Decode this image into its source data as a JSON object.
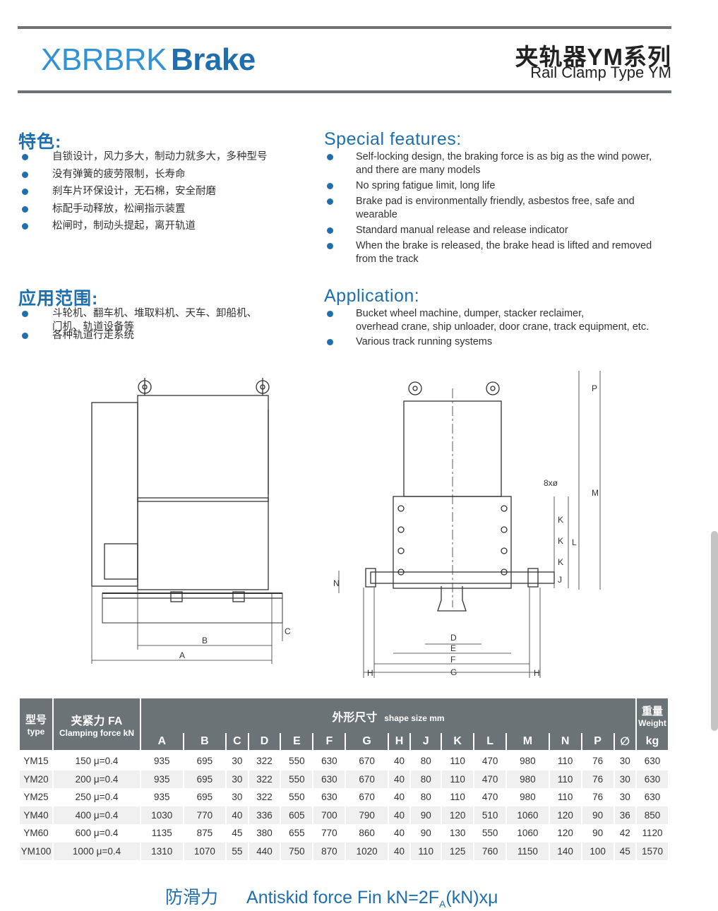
{
  "header": {
    "brand_prefix": "XBRBRK",
    "brand_suffix": "Brake",
    "title_cn": "夹轨器YM系列",
    "title_en": "Rail Clamp Type YM"
  },
  "features_cn": {
    "heading": "特色:",
    "items": [
      "自锁设计，风力多大，制动力就多大，多种型号",
      "没有弹簧的疲劳限制，长寿命",
      "刹车片环保设计，无石棉，安全耐磨",
      "标配手动释放，松闸指示装置",
      "松闸时，制动头提起，离开轨道"
    ]
  },
  "features_en": {
    "heading": "Special features:",
    "items": [
      [
        "Self-locking design, the braking force is as big as the wind power,",
        "and there are many models"
      ],
      [
        "No spring fatigue limit, long life"
      ],
      [
        "Brake pad is environmentally friendly, asbestos free, safe and",
        "wearable"
      ],
      [
        "Standard manual release and release indicator"
      ],
      [
        "When the brake is released, the brake head is lifted and removed",
        "from the track"
      ]
    ]
  },
  "application_cn": {
    "heading": "应用范围:",
    "items": [
      [
        "斗轮机、翻车机、堆取料机、天车、卸船机、",
        "门机、轨道设备等"
      ],
      [
        "各种轨道行走系统"
      ]
    ]
  },
  "application_en": {
    "heading": "Application:",
    "items": [
      [
        "Bucket wheel machine, dumper, stacker reclaimer,",
        "overhead crane, ship unloader, door crane, track equipment, etc."
      ],
      [
        "Various track running systems"
      ]
    ]
  },
  "drawing_labels": {
    "A": "A",
    "B": "B",
    "C": "C",
    "D": "D",
    "E": "E",
    "F": "F",
    "G": "G",
    "H": "H",
    "J": "J",
    "K": "K",
    "L": "L",
    "M": "M",
    "N": "N",
    "P": "P",
    "holes": "8xø"
  },
  "table": {
    "type_cn": "型号",
    "type_en": "type",
    "force_cn": "夹紧力 FA",
    "force_en": "Clamping force kN",
    "shape_cn": "外形尺寸",
    "shape_en": "shape size mm",
    "weight_cn": "重量",
    "weight_en": "Weight",
    "columns": [
      "A",
      "B",
      "C",
      "D",
      "E",
      "F",
      "G",
      "H",
      "J",
      "K",
      "L",
      "M",
      "N",
      "P",
      "∅",
      "kg"
    ],
    "rows": [
      [
        "YM15",
        "150 μ=0.4",
        "935",
        "695",
        "30",
        "322",
        "550",
        "630",
        "670",
        "40",
        "80",
        "110",
        "470",
        "980",
        "110",
        "76",
        "30",
        "630"
      ],
      [
        "YM20",
        "200 μ=0.4",
        "935",
        "695",
        "30",
        "322",
        "550",
        "630",
        "670",
        "40",
        "80",
        "110",
        "470",
        "980",
        "110",
        "76",
        "30",
        "630"
      ],
      [
        "YM25",
        "250 μ=0.4",
        "935",
        "695",
        "30",
        "322",
        "550",
        "630",
        "670",
        "40",
        "80",
        "110",
        "470",
        "980",
        "110",
        "76",
        "30",
        "630"
      ],
      [
        "YM40",
        "400 μ=0.4",
        "1030",
        "770",
        "40",
        "336",
        "605",
        "700",
        "790",
        "40",
        "90",
        "120",
        "510",
        "1060",
        "120",
        "90",
        "36",
        "850"
      ],
      [
        "YM60",
        "600 μ=0.4",
        "1135",
        "875",
        "45",
        "380",
        "655",
        "770",
        "860",
        "40",
        "90",
        "130",
        "550",
        "1060",
        "120",
        "90",
        "42",
        "1120"
      ],
      [
        "YM100",
        "1000 μ=0.4",
        "1310",
        "1070",
        "55",
        "440",
        "750",
        "870",
        "1020",
        "40",
        "110",
        "125",
        "760",
        "1150",
        "140",
        "100",
        "45",
        "1570"
      ]
    ]
  },
  "formula": {
    "cn": "防滑力",
    "en_a": "Antiskid force Fin kN=2F",
    "en_sub": "A",
    "en_b": "(kN)xμ"
  },
  "colors": {
    "accent": "#1f6fae",
    "brand_light": "#2f93d6",
    "rule": "#6f7376",
    "table_header": "#6c7377"
  }
}
